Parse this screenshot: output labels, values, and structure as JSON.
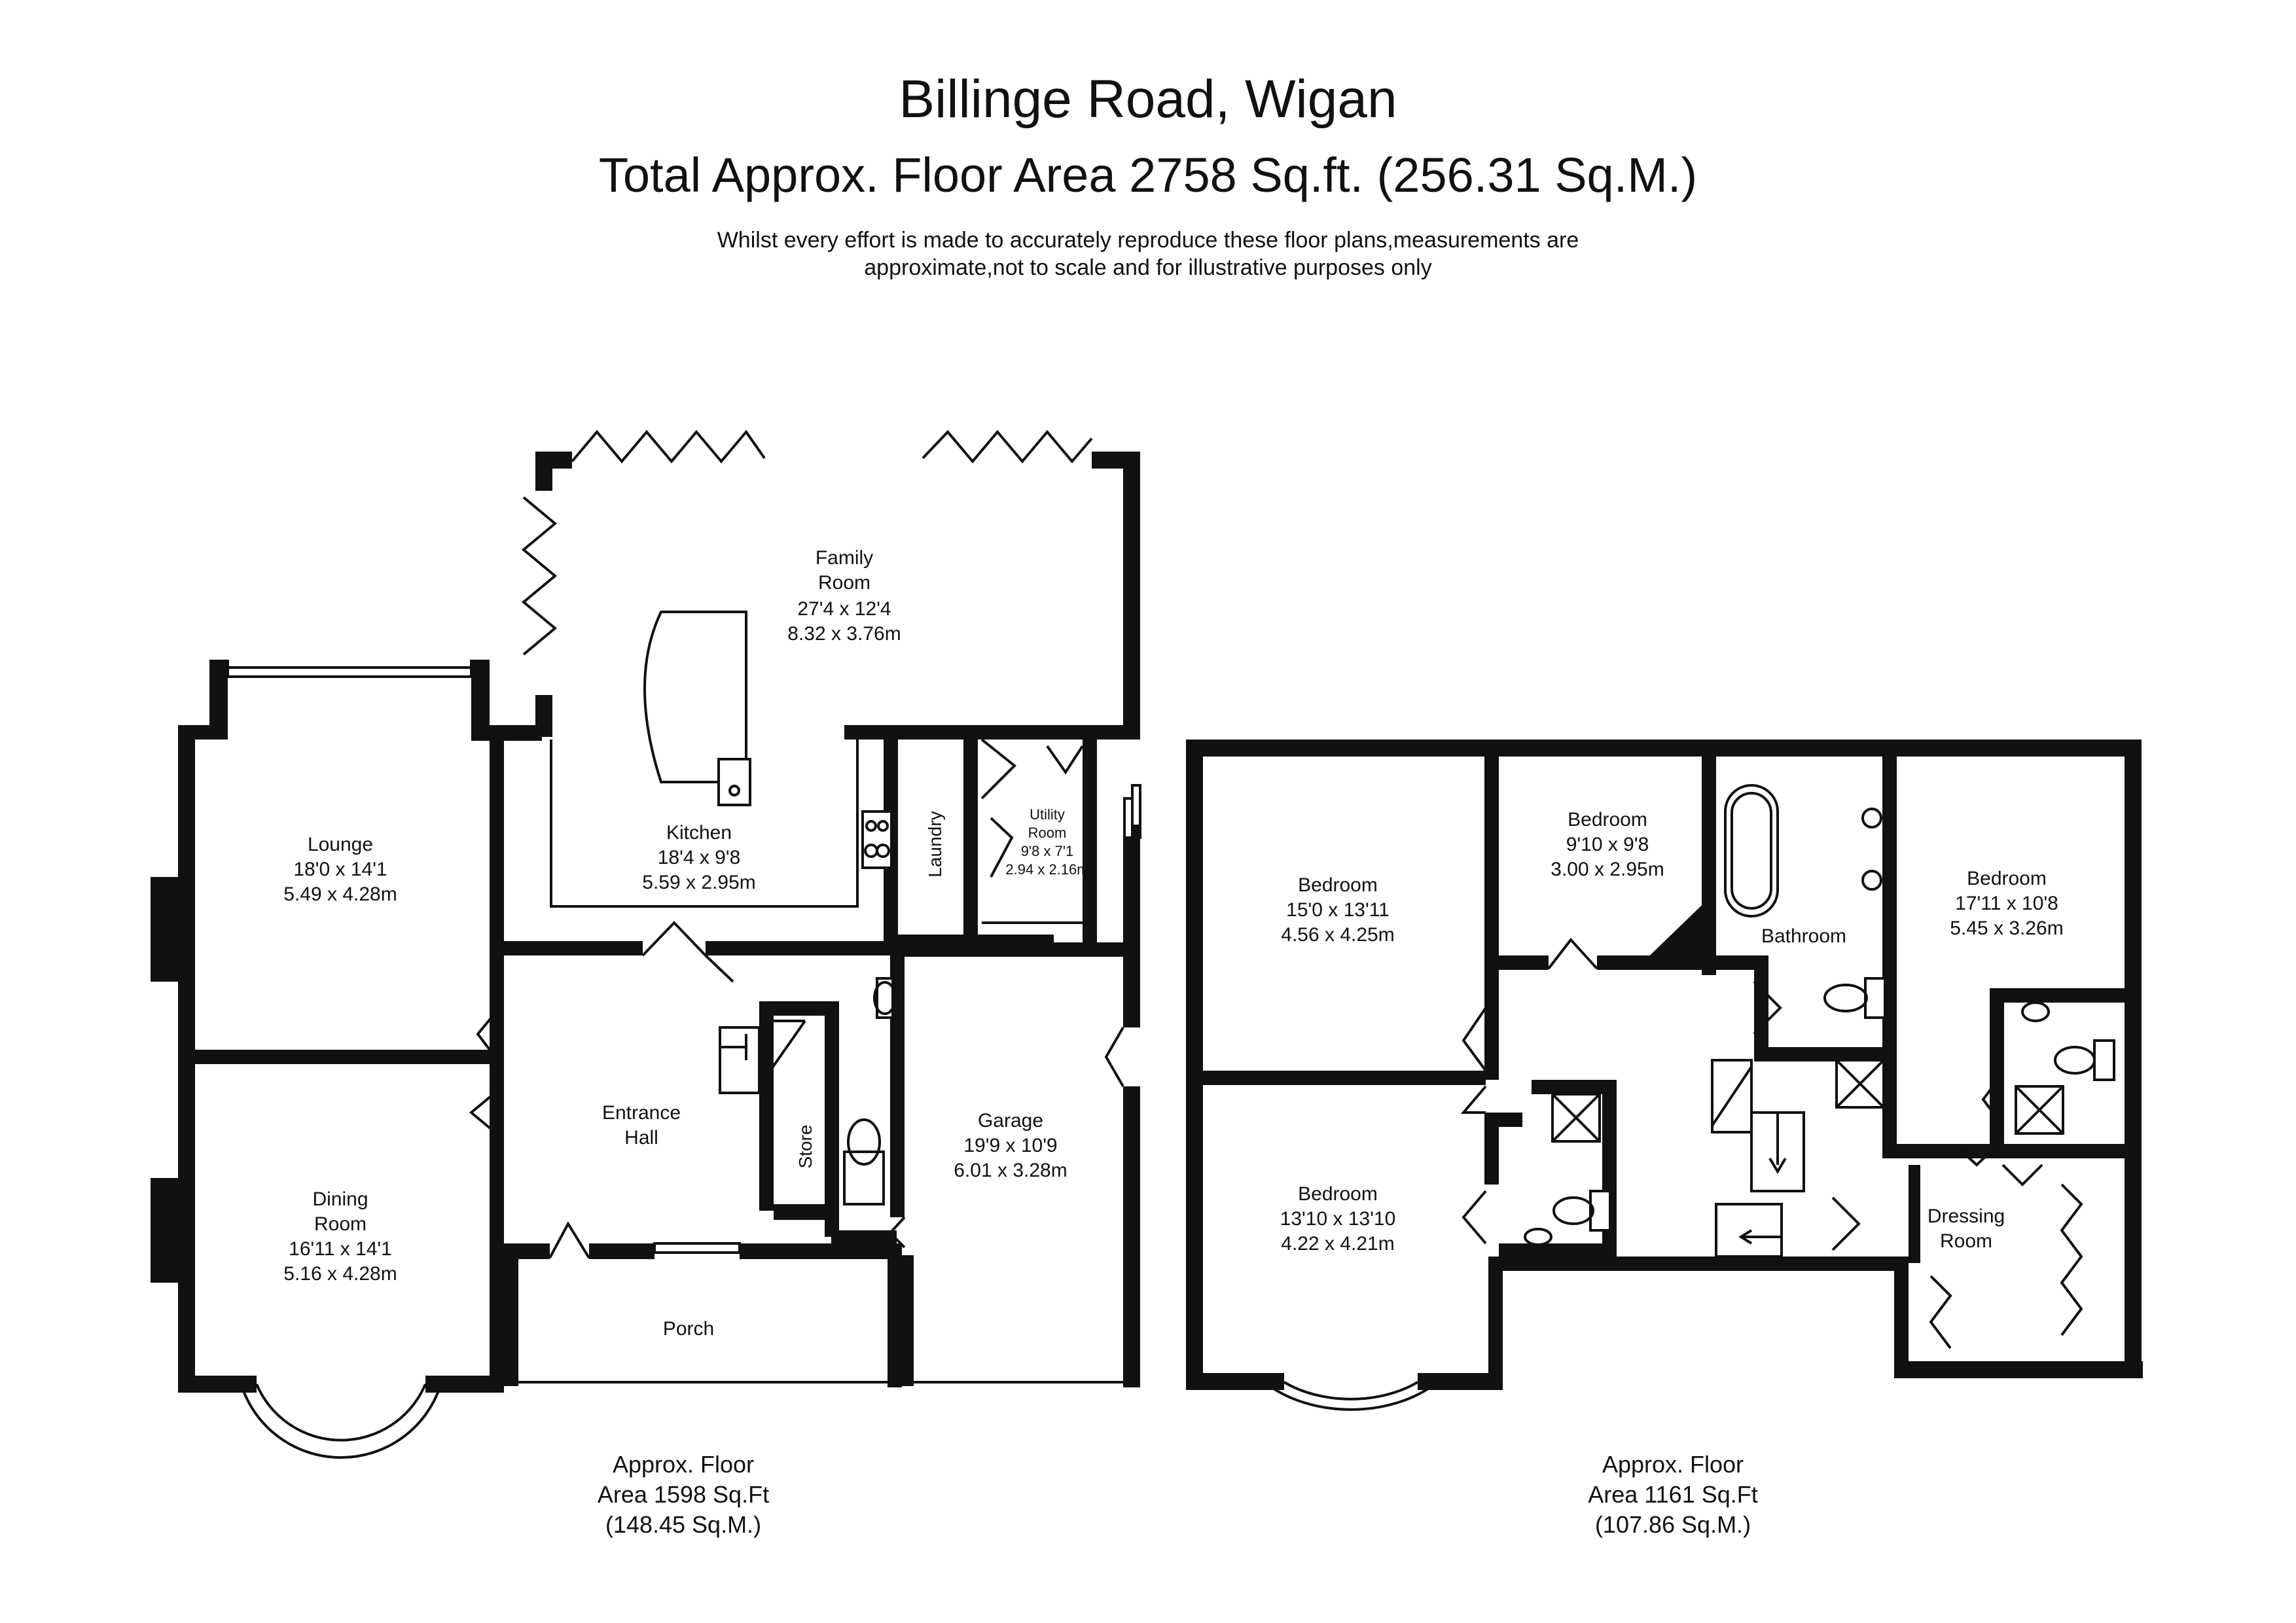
{
  "header": {
    "title": "Billinge Road, Wigan",
    "subtitle": "Total Approx. Floor Area 2758 Sq.ft. (256.31 Sq.M.)",
    "disclaimer_line1": "Whilst every effort is made to accurately reproduce these floor plans,measurements are",
    "disclaimer_line2": "approximate,not to scale and for illustrative purposes only"
  },
  "ground_floor": {
    "rooms": {
      "family_room": {
        "name1": "Family",
        "name2": "Room",
        "imperial": "27'4 x 12'4",
        "metric": "8.32 x 3.76m"
      },
      "kitchen": {
        "name": "Kitchen",
        "imperial": "18'4 x 9'8",
        "metric": "5.59 x 2.95m"
      },
      "lounge": {
        "name": "Lounge",
        "imperial": "18'0 x 14'1",
        "metric": "5.49 x 4.28m"
      },
      "laundry": {
        "name": "Laundry"
      },
      "utility": {
        "name1": "Utility",
        "name2": "Room",
        "imperial": "9'8 x 7'1",
        "metric": "2.94 x 2.16m"
      },
      "entrance_hall": {
        "name1": "Entrance",
        "name2": "Hall"
      },
      "store": {
        "name": "Store"
      },
      "garage": {
        "name": "Garage",
        "imperial": "19'9 x 10'9",
        "metric": "6.01 x 3.28m"
      },
      "dining_room": {
        "name1": "Dining",
        "name2": "Room",
        "imperial": "16'11 x 14'1",
        "metric": "5.16 x 4.28m"
      },
      "porch": {
        "name": "Porch"
      }
    },
    "area": {
      "line1": "Approx. Floor",
      "line2": "Area 1598 Sq.Ft",
      "line3": "(148.45 Sq.M.)"
    }
  },
  "first_floor": {
    "rooms": {
      "bedroom_1": {
        "name": "Bedroom",
        "imperial": "15'0 x 13'11",
        "metric": "4.56 x 4.25m"
      },
      "bedroom_2": {
        "name": "Bedroom",
        "imperial": "9'10 x 9'8",
        "metric": "3.00 x 2.95m"
      },
      "bathroom": {
        "name": "Bathroom"
      },
      "bedroom_3": {
        "name": "Bedroom",
        "imperial": "17'11 x 10'8",
        "metric": "5.45 x 3.26m"
      },
      "bedroom_4": {
        "name": "Bedroom",
        "imperial": "13'10 x 13'10",
        "metric": "4.22 x 4.21m"
      },
      "dressing_room": {
        "name1": "Dressing",
        "name2": "Room"
      }
    },
    "area": {
      "line1": "Approx. Floor",
      "line2": "Area 1161 Sq.Ft",
      "line3": "(107.86 Sq.M.)"
    }
  }
}
